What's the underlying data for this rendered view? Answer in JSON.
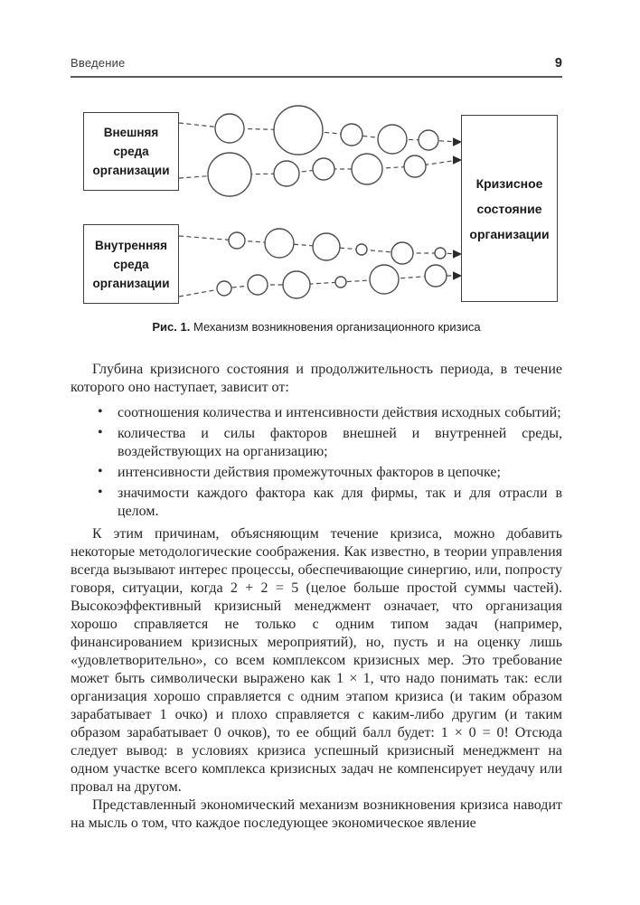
{
  "header": {
    "section": "Введение",
    "page_number": "9"
  },
  "figure": {
    "box_external": "Внешняя\nсреда\nорганизации",
    "box_internal": "Внутренняя\nсреда\nорганизации",
    "box_crisis": "Кризисное\nсостояние\nорганизации",
    "caption_label": "Рис. 1.",
    "caption_text": "Механизм возникновения организационного кризиса"
  },
  "body": {
    "p1": "Глубина кризисного состояния и продолжительность периода, в течение которого оно наступает, зависит от:",
    "bullets": [
      "соотношения количества и интенсивности действия исходных событий;",
      "количества и силы факторов внешней и внутренней среды, воздействующих на организацию;",
      "интенсивности действия промежуточных факторов в цепочке;",
      "значимости каждого фактора как для фирмы, так и для отрасли в целом."
    ],
    "p2": "К этим причинам, объясняющим течение кризиса, можно добавить некоторые методологические соображения. Как известно, в теории управления всегда вызывают интерес процессы, обеспечивающие синергию, или, попросту говоря, ситуации, когда 2 + 2 = 5 (целое больше простой суммы частей). Высокоэффективный кризисный менеджмент означает, что организация хорошо справляется не только с одним типом задач (например, финансированием кризисных мероприятий), но, пусть и на оценку лишь «удовлетворительно», со всем комплексом кризисных мер. Это требование может быть символически выражено как 1 × 1, что надо понимать так: если организация хорошо справляется с одним этапом кризиса (и таким образом зарабатывает 1 очко) и плохо справляется с каким-либо другим (и таким образом зарабатывает 0 очков), то ее общий балл будет: 1 × 0 = 0! Отсюда следует вывод: в условиях кризиса успешный кризисный менеджмент на одном участке всего комплекса кризисных задач не компенсирует неудачу или провал на другом.",
    "p3": "Представленный экономический механизм возникновения кризиса наводит на мысль о том, что каждое последующее экономическое явление"
  }
}
